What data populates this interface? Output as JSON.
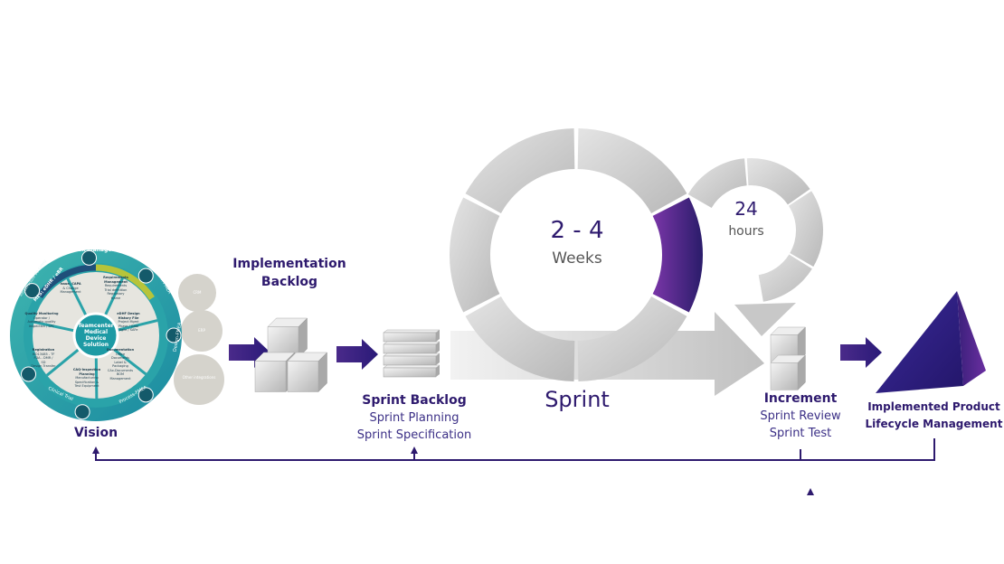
{
  "vision": {
    "label": "Vision",
    "wheel": {
      "center": [
        "Teamcenter",
        "Medical",
        "Device",
        "Solution"
      ],
      "outer_top": "Risk management",
      "outer_right_1": "System-FMEA",
      "outer_right_2": "Design-FMEA",
      "outer_bottom_right": "Process-FMEA",
      "outer_bottom_left": "Clinical Trial",
      "outer_left": "Infrastructure  BD  Safety",
      "arc_left": "MES: eDHR / eBR",
      "segments": [
        {
          "title": "Issue, CAPA",
          "lines": [
            "& Change",
            "Management"
          ]
        },
        {
          "title": "Requirements Management",
          "lines": [
            "Requirements",
            "Trial definition",
            "Regulatory",
            "frame"
          ]
        },
        {
          "title": "eDHF Design History File",
          "lines": [
            "Project Mgmt",
            "Phase / Gate",
            "Agile / SAFe"
          ]
        },
        {
          "title": "Documentation",
          "lines": [
            "Office",
            "Documents",
            "Label &",
            "Packaging",
            "CAx-Documents",
            "BOM",
            "Management"
          ]
        },
        {
          "title": "CAQ-Inspection Planning",
          "lines": [
            "Manufacturing",
            "Specification &",
            "Test Equipment"
          ]
        },
        {
          "title": "Registration",
          "lines": [
            "ISO13485 - TF",
            "FDA - DMR /",
            "SD",
            "Design Transfer"
          ]
        },
        {
          "title": "Quality Monitoring",
          "lines": [
            "Operator /",
            "Automatic quality",
            "inspection / SPC"
          ]
        }
      ],
      "integrations": [
        "CRM",
        "ERP",
        "Other integrations"
      ]
    }
  },
  "implementation_backlog": {
    "title_line1": "Implementation",
    "title_line2": "Backlog"
  },
  "sprint_backlog": {
    "title": "Sprint Backlog",
    "line1": "Sprint Planning",
    "line2": "Sprint Specification"
  },
  "sprint": {
    "label": "Sprint",
    "duration_value": "2 - 4",
    "duration_unit": "Weeks"
  },
  "daily": {
    "value": "24",
    "unit": "hours"
  },
  "increment": {
    "title": "Increment",
    "line1": "Sprint Review",
    "line2": "Sprint Test"
  },
  "product": {
    "line1": "Implemented Product",
    "line2": "Lifecycle Management"
  },
  "colors": {
    "accent_purple": "#6b2fa0",
    "navy": "#2e1a6e",
    "teal": "#1e9aa8",
    "grey_ring": "#cfcfcf"
  }
}
